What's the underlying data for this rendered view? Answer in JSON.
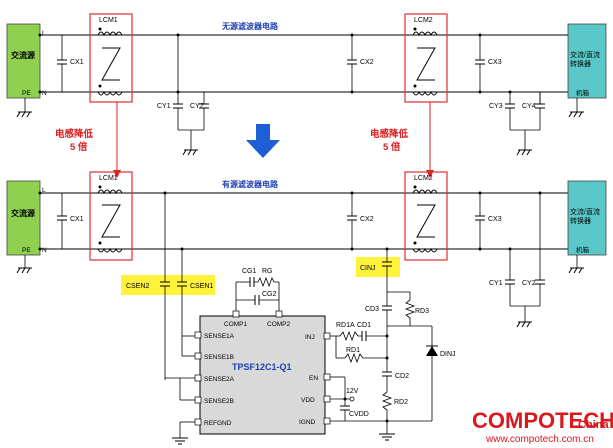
{
  "colors": {
    "source_fill": "#8fd14f",
    "load_fill": "#5ac8c8",
    "choke_box": "#e03030",
    "arrow_red": "#d91f1f",
    "arrow_blue": "#1e5fd6",
    "title_blue": "#1f3fb0",
    "highlight": "#fff23a",
    "ic_fill": "#d9d9d9"
  },
  "top": {
    "title": "无源滤波器电路",
    "source_label": "交流源",
    "load_label_1": "交流/直流",
    "load_label_2": "转换器",
    "chassis_label": "机箱",
    "pin_L": "L",
    "pin_N": "N",
    "pin_PE": "PE",
    "choke1": "LCM1",
    "choke2": "LCM2",
    "cx1": "CX1",
    "cx2": "CX2",
    "cx3": "CX3",
    "cy1": "CY1",
    "cy2": "CY2",
    "cy3": "CY3",
    "cy4": "CY4"
  },
  "reduction": {
    "text_1": "电感降低",
    "text_2": "5 倍"
  },
  "bottom": {
    "title": "有源滤波器电路",
    "source_label": "交流源",
    "load_label_1": "交流/直流",
    "load_label_2": "转换器",
    "chassis_label": "机箱",
    "pin_L": "L",
    "pin_N": "N",
    "pin_PE": "PE",
    "choke1": "LCM1",
    "choke2": "LCM2",
    "cx1": "CX1",
    "cx2": "CX2",
    "cx3": "CX3",
    "cy1": "CY1",
    "cy2": "CY2",
    "csen2": "CSEN2",
    "csen1": "CSEN1",
    "cinj": "CINJ",
    "cg1": "CG1",
    "rg": "RG",
    "cg2": "CG2",
    "cd3": "CD3",
    "rd3": "RD3",
    "rd1a": "RD1A",
    "cd1": "CD1",
    "rd1": "RD1",
    "cd2": "CD2",
    "rd2": "RD2",
    "dinj": "DINJ",
    "v12": "12V",
    "cvdd": "CVDD"
  },
  "ic": {
    "name": "TPSF12C1-Q1",
    "pins_left": [
      "SENSE1A",
      "SENSE1B",
      "SENSE2A",
      "SENSE2B",
      "REFGND"
    ],
    "pins_top": [
      "COMP1",
      "COMP2"
    ],
    "pins_right": [
      "INJ",
      "EN",
      "VDD",
      "IGND"
    ]
  },
  "watermark": {
    "brand": "COMPOTECH",
    "sub": "China",
    "url": "www.compotech.com.cn"
  }
}
